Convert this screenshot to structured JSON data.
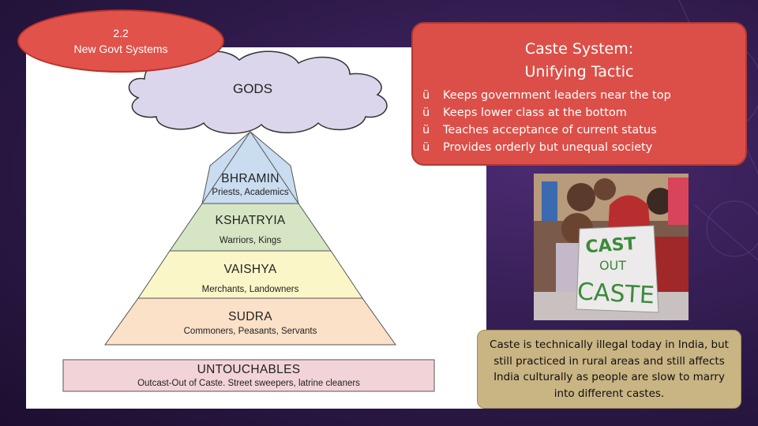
{
  "oval": {
    "line1": "2.2",
    "line2": "New Govt Systems"
  },
  "red_box": {
    "title_line1": "Caste System:",
    "title_line2": "Unifying Tactic",
    "check_glyph": "ü",
    "bullets": [
      "Keeps government leaders near the top",
      "Keeps lower class at the bottom",
      "Teaches acceptance of current status",
      "Provides orderly but unequal society"
    ]
  },
  "pyramid": {
    "gods": "GODS",
    "tiers": [
      {
        "name": "BHRAMIN",
        "sub": "Priests, Academics",
        "color": "#c9dcf0"
      },
      {
        "name": "KSHATRYIA",
        "sub": "Warriors, Kings",
        "color": "#d6e6c4"
      },
      {
        "name": "VAISHYA",
        "sub": "Merchants, Landowners",
        "color": "#fbf6c7"
      },
      {
        "name": "SUDRA",
        "sub": "Commoners, Peasants, Servants",
        "color": "#fbe1c8"
      }
    ],
    "untouchables": {
      "name": "UNTOUCHABLES",
      "sub": "Outcast-Out of Caste. Street sweepers, latrine cleaners",
      "color": "#f2d4d8"
    },
    "cloud_color": "#dcd6ec"
  },
  "photo": {
    "sign_line1": "CAST",
    "sign_line2": "OUT",
    "sign_line3": "CASTE"
  },
  "note": {
    "text": "Caste is technically illegal today in India, but still practiced in rural areas and still affects India culturally as people are slow to marry into different castes."
  },
  "colors": {
    "red": "#dc4f48",
    "tan": "#c9b483",
    "sign_green": "#3c8a3c"
  }
}
